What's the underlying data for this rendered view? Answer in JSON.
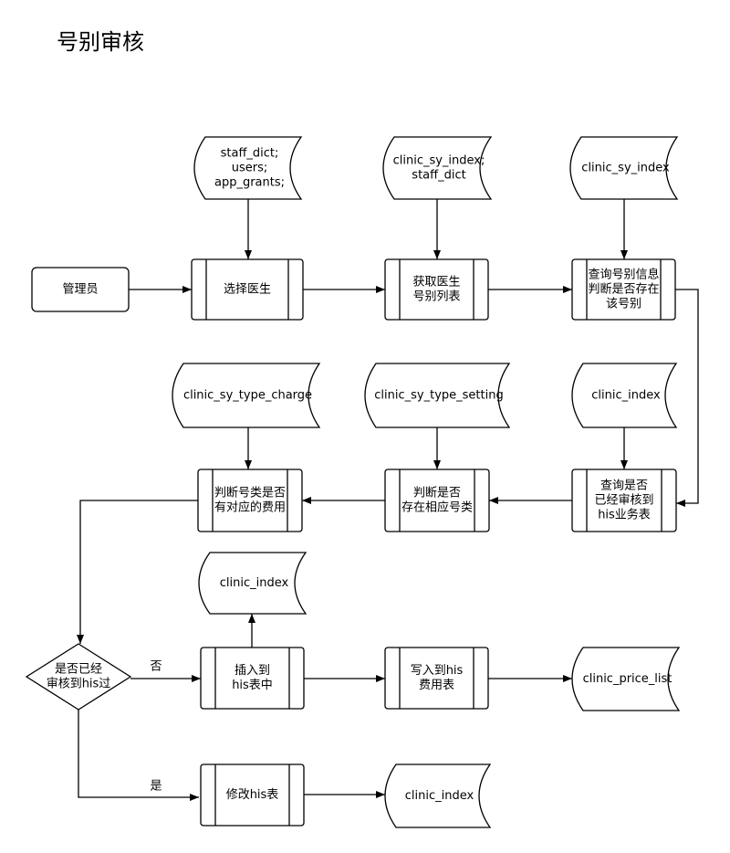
{
  "title": "号别审核",
  "nodes": {
    "admin": [
      "管理员"
    ],
    "select_doctor": [
      "选择医生"
    ],
    "get_list": [
      "获取医生",
      "号别列表"
    ],
    "query_info": [
      "查询号别信息",
      "判断是否存在",
      "该号别"
    ],
    "query_audited": [
      "查询是否",
      "已经审核到",
      "his业务表"
    ],
    "judge_type": [
      "判断是否",
      "存在相应号类"
    ],
    "judge_fee": [
      "判断号类是否",
      "有对应的费用"
    ],
    "decision": [
      "是否已经",
      "审核到his过"
    ],
    "insert_his": [
      "插入到",
      "his表中"
    ],
    "write_fee": [
      "写入到his",
      "费用表"
    ],
    "modify_his": [
      "修改his表"
    ]
  },
  "stores": {
    "staff": [
      "staff_dict;",
      "users;",
      "app_grants;"
    ],
    "clinic_staff": [
      "clinic_sy_index;",
      "staff_dict"
    ],
    "clinic_index_top": [
      "clinic_sy_index"
    ],
    "type_charge": [
      "clinic_sy_type_charge"
    ],
    "type_setting": [
      "clinic_sy_type_setting"
    ],
    "index_mid": [
      "clinic_index"
    ],
    "index_insert": [
      "clinic_index"
    ],
    "price_list": [
      "clinic_price_list"
    ],
    "index_bottom": [
      "clinic_index"
    ]
  },
  "edge_labels": {
    "no": "否",
    "yes": "是"
  }
}
